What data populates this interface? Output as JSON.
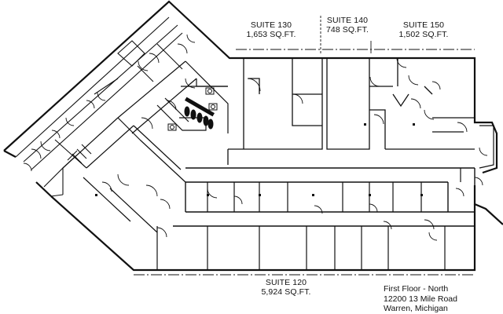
{
  "suites": {
    "s130": {
      "name": "SUITE 130",
      "area": "1,653 SQ.FT."
    },
    "s140": {
      "name": "SUITE 140",
      "area": "748 SQ.FT."
    },
    "s150": {
      "name": "SUITE 150",
      "area": "1,502 SQ.FT."
    },
    "s120": {
      "name": "SUITE 120",
      "area": "5,924 SQ.FT."
    }
  },
  "info": {
    "floor": "First Floor - North",
    "address": "12200 13 Mile Road",
    "city": "Warren, Michigan"
  },
  "colors": {
    "line": "#111111",
    "background": "#ffffff"
  }
}
